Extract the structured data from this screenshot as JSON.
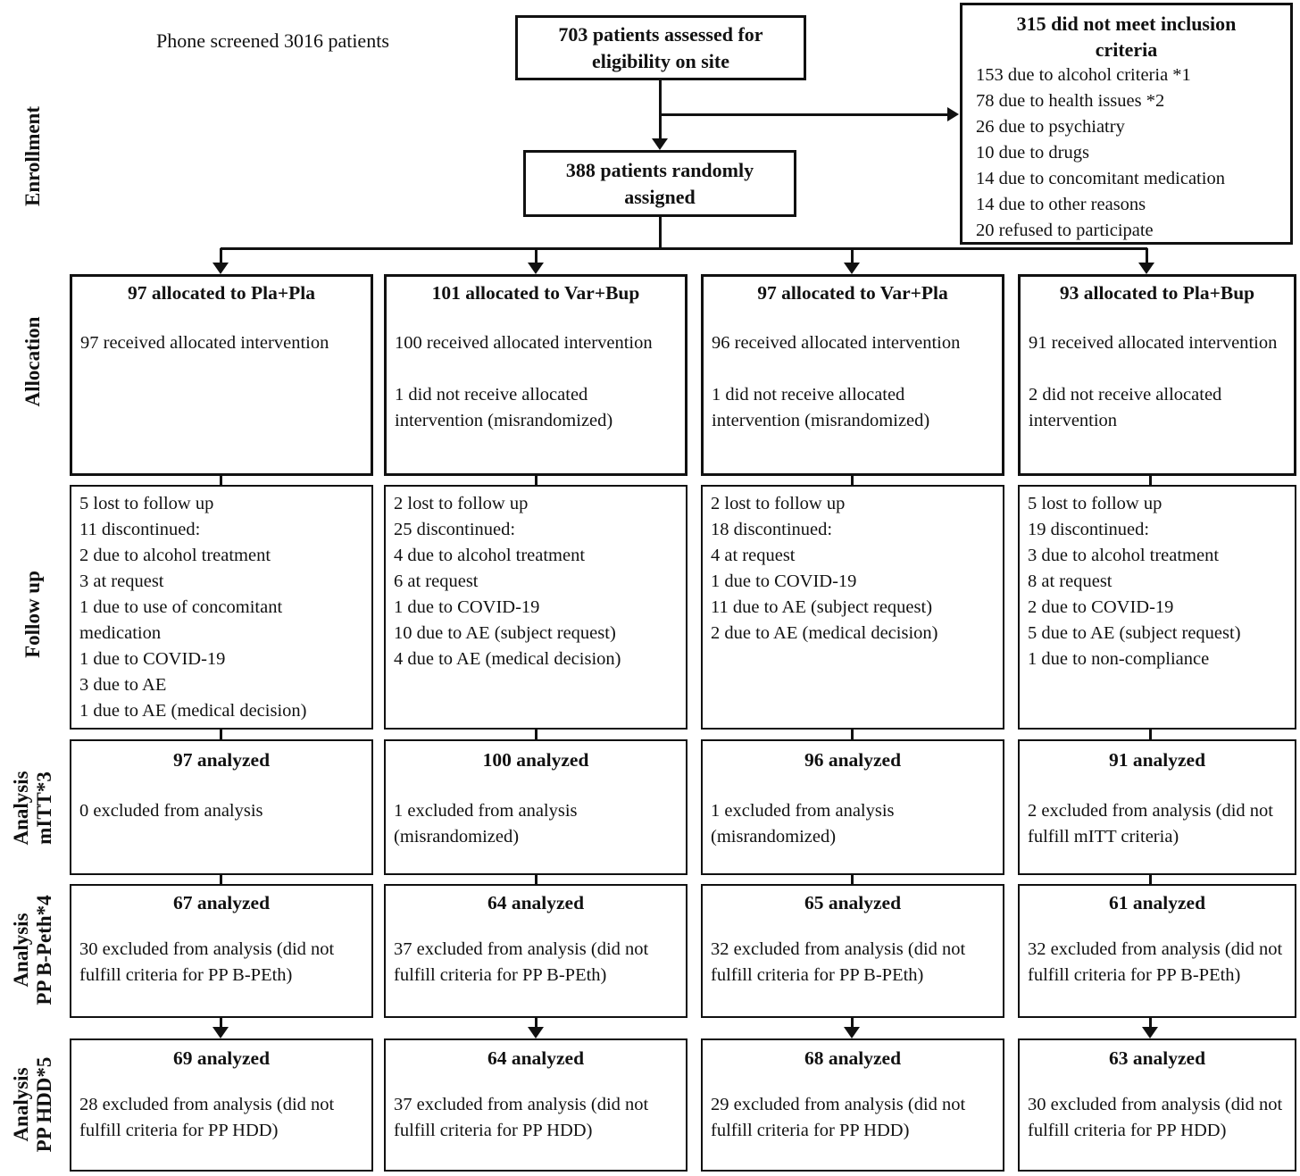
{
  "phone": "Phone screened 3016 patients",
  "side_labels": [
    {
      "l1": "Enrollment"
    },
    {
      "l1": "Allocation"
    },
    {
      "l1": "Follow up"
    },
    {
      "l1": "Analysis",
      "l2": "mITT*3"
    },
    {
      "l1": "Analysis",
      "l2": "PP B-Peth*4"
    },
    {
      "l1": "Analysis",
      "l2": "PP HDD*5"
    }
  ],
  "top": {
    "assessed": "703 patients assessed for eligibility on site",
    "randomized": "388 patients randomly assigned",
    "excluded": {
      "title": "315 did not meet inclusion criteria",
      "items": [
        "153 due to alcohol criteria *1",
        "78 due to health issues *2",
        "26 due to psychiatry",
        "10 due to drugs",
        "14 due to concomitant medication",
        "14 due to other reasons",
        "20 refused to participate"
      ]
    }
  },
  "columns": [
    {
      "alloc_title": "97 allocated to Pla+Pla",
      "alloc_p1": "97 received allocated intervention",
      "followup": [
        "5 lost to follow up",
        "11 discontinued:",
        "2 due to alcohol treatment",
        "3 at request",
        "1 due to use of concomitant medication",
        "1 due to COVID-19",
        "3 due to AE",
        "1 due to AE (medical decision)"
      ],
      "mitt_title": "97 analyzed",
      "mitt_body": "0 excluded from analysis",
      "bpeth_title": "67 analyzed",
      "bpeth_body": "30 excluded from analysis (did not fulfill criteria for PP B-PEth)",
      "hdd_title": "69 analyzed",
      "hdd_body": "28 excluded from analysis (did not fulfill criteria for PP HDD)"
    },
    {
      "alloc_title": "101 allocated to Var+Bup",
      "alloc_p1": "100 received allocated intervention",
      "alloc_p2": "1 did not receive allocated intervention (misrandomized)",
      "followup": [
        "2 lost to follow up",
        "25 discontinued:",
        "4 due to alcohol treatment",
        "6 at request",
        "1 due to COVID-19",
        "10 due to AE (subject request)",
        "4 due to AE (medical decision)"
      ],
      "mitt_title": "100 analyzed",
      "mitt_body": "1 excluded from analysis (misrandomized)",
      "bpeth_title": "64 analyzed",
      "bpeth_body": "37 excluded from analysis (did not fulfill criteria for PP B-PEth)",
      "hdd_title": "64 analyzed",
      "hdd_body": "37 excluded from analysis (did not fulfill criteria for PP HDD)"
    },
    {
      "alloc_title": "97 allocated to Var+Pla",
      "alloc_p1": "96 received allocated intervention",
      "alloc_p2": "1 did not receive allocated intervention (misrandomized)",
      "followup": [
        "2 lost to follow up",
        "18 discontinued:",
        "4 at request",
        "1 due to COVID-19",
        "11 due to AE (subject request)",
        "2 due to AE (medical decision)"
      ],
      "mitt_title": "96 analyzed",
      "mitt_body": "1 excluded from analysis (misrandomized)",
      "bpeth_title": "65 analyzed",
      "bpeth_body": "32 excluded from analysis (did not fulfill criteria for PP B-PEth)",
      "hdd_title": "68 analyzed",
      "hdd_body": "29 excluded from analysis (did not fulfill criteria for PP HDD)"
    },
    {
      "alloc_title": "93 allocated to Pla+Bup",
      "alloc_p1": "91 received allocated intervention",
      "alloc_p2": "2 did not receive allocated intervention",
      "followup": [
        "5 lost to follow up",
        "19 discontinued:",
        "3 due to alcohol treatment",
        "8 at request",
        "2 due to COVID-19",
        "5 due to AE (subject request)",
        "1 due to non-compliance"
      ],
      "mitt_title": "91 analyzed",
      "mitt_body": "2 excluded from analysis (did not fulfill mITT criteria)",
      "bpeth_title": "61 analyzed",
      "bpeth_body": "32 excluded from analysis (did not fulfill criteria for PP B-PEth)",
      "hdd_title": "63 analyzed",
      "hdd_body": "30 excluded from analysis (did not fulfill criteria for PP HDD)"
    }
  ]
}
